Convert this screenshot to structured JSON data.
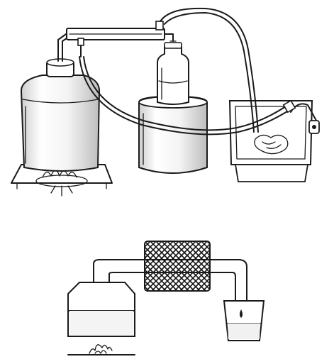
{
  "figures": [
    {
      "id": "top",
      "components": [
        "boiling-vessel",
        "burner",
        "condenser-tube",
        "collection-jar",
        "jar-stand",
        "cooling-water-hose",
        "sink",
        "faucet"
      ]
    },
    {
      "id": "bottom",
      "components": [
        "boiling-vessel",
        "flame",
        "distillation-pipe",
        "cooling-mesh",
        "receiving-glass",
        "drip"
      ]
    }
  ]
}
